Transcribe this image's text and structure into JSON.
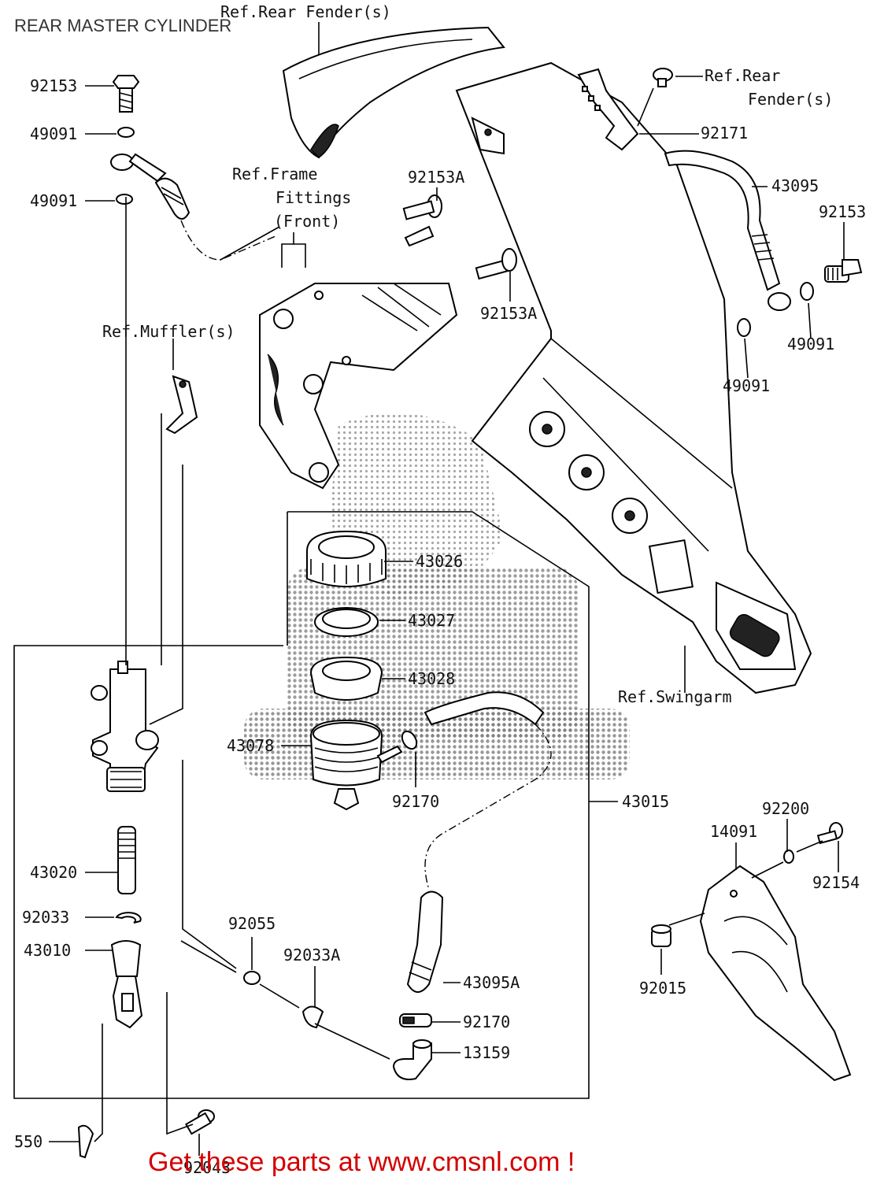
{
  "title": "REAR MASTER CYLINDER",
  "footer": "Get these parts at www.cmsnl.com !",
  "labels": {
    "ref_rear_fender_top": "Ref.Rear Fender(s)",
    "ref_rear_fender_right_1": "Ref.Rear",
    "ref_rear_fender_right_2": "Fender(s)",
    "ref_frame_1": "Ref.Frame",
    "ref_frame_2": "Fittings",
    "ref_frame_3": "(Front)",
    "ref_muffler": "Ref.Muffler(s)",
    "ref_swingarm": "Ref.Swingarm",
    "p92153_tl": "92153",
    "p49091_a": "49091",
    "p49091_b": "49091",
    "p92153A_a": "92153A",
    "p92153A_b": "92153A",
    "p92171": "92171",
    "p43095": "43095",
    "p92153_r": "92153",
    "p49091_r1": "49091",
    "p49091_r2": "49091",
    "p43026": "43026",
    "p43027": "43027",
    "p43028": "43028",
    "p43078": "43078",
    "p92170_a": "92170",
    "p43015": "43015",
    "p43020": "43020",
    "p92033": "92033",
    "p43010": "43010",
    "p92055": "92055",
    "p92033A": "92033A",
    "p43095A": "43095A",
    "p92170_b": "92170",
    "p13159": "13159",
    "p550": "550",
    "p92043": "92043",
    "p14091": "14091",
    "p92200": "92200",
    "p92154": "92154",
    "p92015": "92015"
  }
}
